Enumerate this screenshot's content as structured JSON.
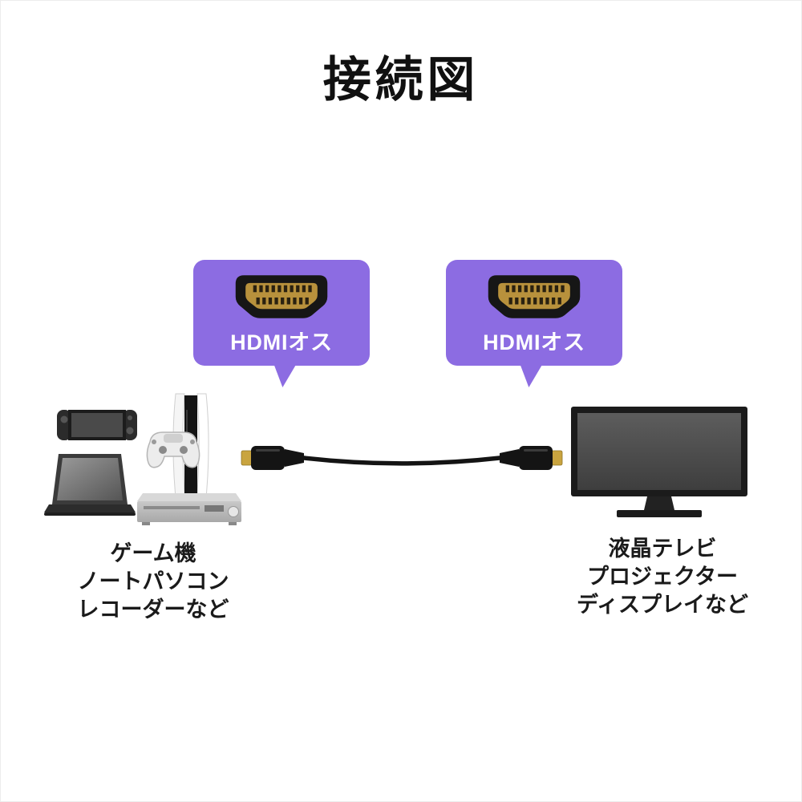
{
  "title": "接続図",
  "callouts": [
    {
      "label": "HDMIオス",
      "icon": "hdmi-male-plug-icon"
    },
    {
      "label": "HDMIオス",
      "icon": "hdmi-male-plug-icon"
    }
  ],
  "cable": {
    "icon": "hdmi-cable-icon"
  },
  "source_device": {
    "icons": [
      "game-console-switch-icon",
      "ps5-console-icon",
      "game-controller-icon",
      "laptop-icon",
      "recorder-icon"
    ],
    "lines": [
      "ゲーム機",
      "ノートパソコン",
      "レコーダーなど"
    ]
  },
  "display_device": {
    "icons": [
      "tv-monitor-icon"
    ],
    "lines": [
      "液晶テレビ",
      "プロジェクター",
      "ディスプレイなど"
    ]
  },
  "colors": {
    "callout_purple": "#8c6ce2",
    "text_black": "#1a1a1a",
    "connector_gold": "#c9a43f",
    "background": "#ffffff"
  }
}
